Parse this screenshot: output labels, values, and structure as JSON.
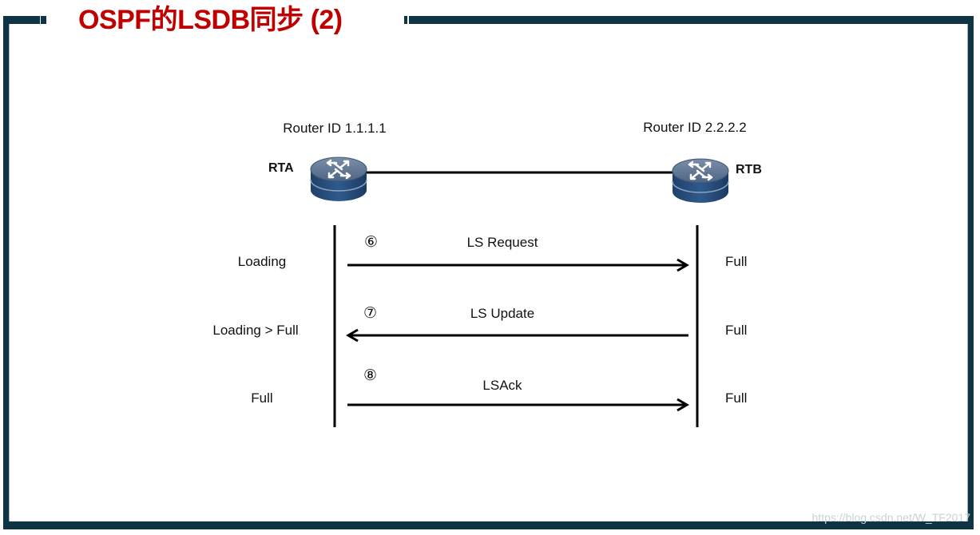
{
  "slide": {
    "title": "OSPF的LSDB同步 (2)",
    "watermark": "https://blog.csdn.net/W_TF2017",
    "frame_color": "#0e3446",
    "title_color": "#c00000"
  },
  "routers": [
    {
      "name": "RTA",
      "router_id_label": "Router ID 1.1.1.1",
      "icon": "router-icon"
    },
    {
      "name": "RTB",
      "router_id_label": "Router ID 2.2.2.2",
      "icon": "router-icon"
    }
  ],
  "exchanges": [
    {
      "step": "⑥",
      "message": "LS Request",
      "direction": "RTA->RTB",
      "rta_state": "Loading",
      "rtb_state": "Full"
    },
    {
      "step": "⑦",
      "message": "LS Update",
      "direction": "RTB->RTA",
      "rta_state": "Loading > Full",
      "rtb_state": "Full"
    },
    {
      "step": "⑧",
      "message": "LSAck",
      "direction": "RTA->RTB",
      "rta_state": "Full",
      "rtb_state": "Full"
    }
  ]
}
